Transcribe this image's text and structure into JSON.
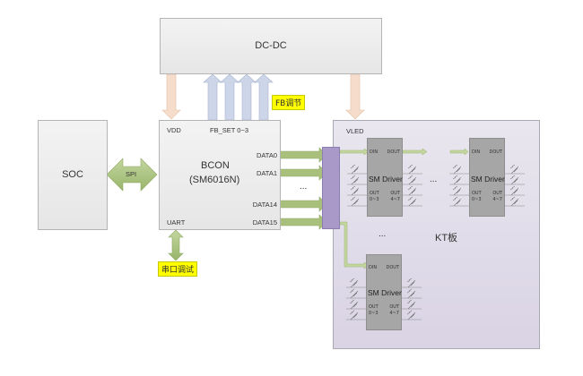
{
  "blocks": {
    "dcdc": {
      "label": "DC-DC"
    },
    "soc": {
      "label": "SOC"
    },
    "bcon": {
      "title": "BCON",
      "subtitle": "(SM6016N)",
      "pins": {
        "vdd": "VDD",
        "fb_set": "FB_SET 0~3",
        "uart": "UART",
        "data": [
          "DATA0",
          "DATA1",
          "DATA14",
          "DATA15"
        ]
      },
      "ellipsis": "..."
    },
    "kt_board": {
      "label": "KT板",
      "vled": "VLED",
      "ellipsis_horizontal": "...",
      "ellipsis_vertical": "...",
      "drivers": [
        {
          "name": "SM Driver",
          "din": "DIN",
          "dout": "DOUT",
          "out_left": "OUT",
          "out_left_range": "0~3",
          "out_right": "OUT",
          "out_right_range": "4~7"
        },
        {
          "name": "SM Driver",
          "din": "DIN",
          "dout": "DOUT",
          "out_left": "OUT",
          "out_left_range": "0~3",
          "out_right": "OUT",
          "out_right_range": "4~7"
        },
        {
          "name": "SM Driver",
          "din": "DIN",
          "dout": "DOUT",
          "out_left": "OUT",
          "out_left_range": "0~3",
          "out_right": "OUT",
          "out_right_range": "4~7"
        }
      ]
    }
  },
  "connections": {
    "spi": "SPI"
  },
  "annotations": {
    "fb_adjust": "FB调节",
    "serial_debug": "串口调试"
  },
  "colors": {
    "power_arrow": "#f5dccb",
    "fb_arrow": "#cdd5e8",
    "data_arrow": "#a8c07c",
    "bus_bar": "#a899c8",
    "kt_background": "#dcd6e6",
    "driver_chip": "#a6a6a6",
    "highlight": "#ffff00"
  }
}
